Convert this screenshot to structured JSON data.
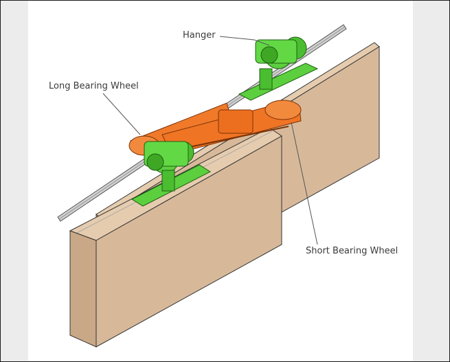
{
  "labels": {
    "hanger": "Hanger",
    "long_bearing_wheel": "Long Bearing Wheel",
    "short_bearing_wheel": "Short Bearing Wheel"
  },
  "colors": {
    "door_front": "#d7b99a",
    "door_top": "#e6ccae",
    "door_side": "#c9a887",
    "rail": "#c9c9c9",
    "hanger_green": "#5ccf3f",
    "bracket_orange": "#f07a2a",
    "leader_line": "#555555"
  }
}
